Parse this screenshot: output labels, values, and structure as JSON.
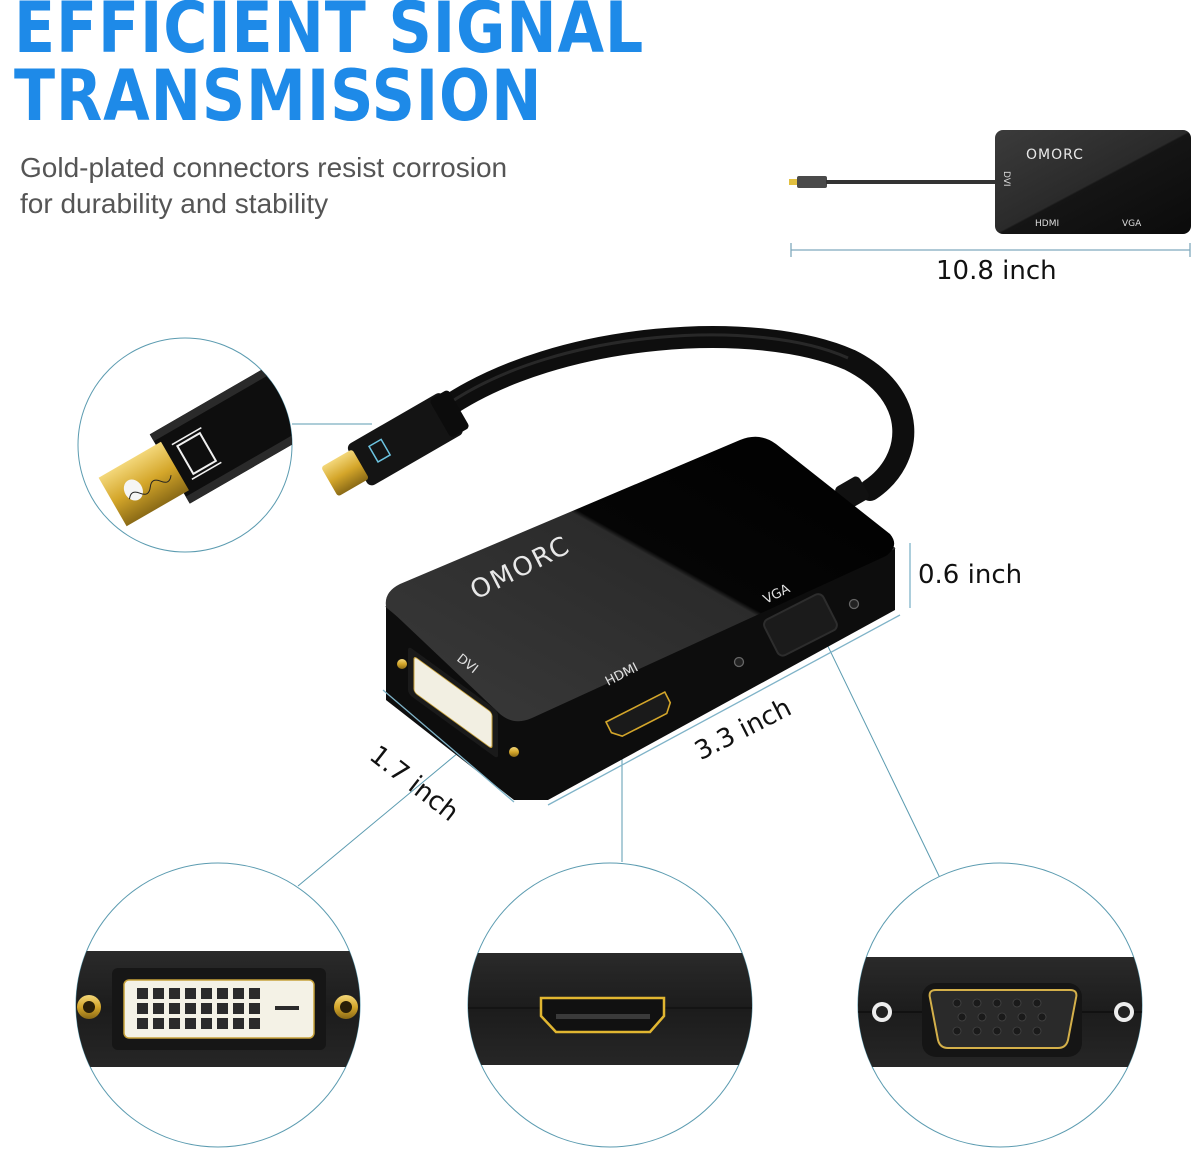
{
  "headline": {
    "line1": "EFFICIENT SIGNAL",
    "line2": "TRANSMISSION"
  },
  "subtitle": {
    "line1": "Gold-plated connectors resist corrosion",
    "line2": "for durability and stability"
  },
  "brand": "OMORC",
  "port_labels": {
    "dvi": "DVI",
    "hdmi": "HDMI",
    "vga": "VGA"
  },
  "dimensions": {
    "total_length": "10.8 inch",
    "height": "0.6 inch",
    "width": "1.7 inch",
    "length": "3.3 inch"
  },
  "colors": {
    "accent_blue": "#1e8ae8",
    "subtitle_gray": "#555555",
    "callout_line": "#5b9bb0",
    "gold": "#d4a62a",
    "device_black": "#111111"
  }
}
